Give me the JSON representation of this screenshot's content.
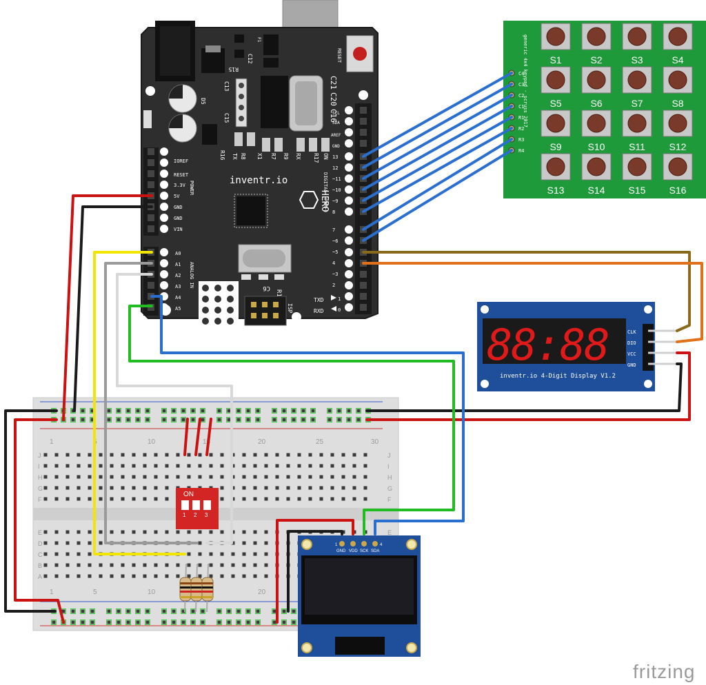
{
  "board": {
    "brand": "inventr.io",
    "model": "HERO",
    "reset": "RESET",
    "power_header": "POWER",
    "analog_header": "ANALOG IN",
    "digital_header": "DIGITAL (PWM~)",
    "isp": "ISP",
    "tx": "TXD",
    "rx": "RXD",
    "power_pins": [
      "IOREF",
      "RESET",
      "3.3V",
      "5V",
      "GND",
      "GND",
      "VIN"
    ],
    "analog_pins": [
      "A0",
      "A1",
      "A2",
      "A3",
      "A4",
      "A5"
    ],
    "digital_pins": [
      "13",
      "12",
      "~11",
      "~10",
      "~9",
      "8",
      "7",
      "~6",
      "~5",
      "4",
      "~3",
      "2",
      "1",
      "0"
    ],
    "top_pins": [
      "SCL",
      "SDA",
      "AREF",
      "GND"
    ],
    "components": [
      "C21",
      "C20",
      "C16",
      "C13",
      "C15",
      "C12",
      "R15",
      "R16",
      "R8",
      "R7",
      "R9",
      "R17",
      "X1",
      "RX",
      "TX",
      "ON",
      "D5",
      "C6",
      "R13",
      "F1"
    ]
  },
  "keypad": {
    "title": "generic 4x4 keypad - scruss 2017",
    "keys": [
      "S1",
      "S2",
      "S3",
      "S4",
      "S5",
      "S6",
      "S7",
      "S8",
      "S9",
      "S10",
      "S11",
      "S12",
      "S13",
      "S14",
      "S15",
      "S16"
    ],
    "pins": [
      "C4",
      "C3",
      "C2",
      "C1",
      "R1",
      "R2",
      "R3",
      "R4"
    ]
  },
  "display": {
    "caption": "inventr.io 4-Digit Display V1.2",
    "digits": "88:88",
    "pins": [
      "CLK",
      "DIO",
      "VCC",
      "GND"
    ]
  },
  "oled": {
    "pins": [
      "GND",
      "VDD",
      "SCK",
      "SDA"
    ],
    "pin_numbers": [
      "1",
      "4"
    ]
  },
  "breadboard": {
    "column_numbers": [
      "1",
      "5",
      "10",
      "15",
      "20",
      "25",
      "30"
    ],
    "row_letters_top": [
      "J",
      "I",
      "H",
      "G",
      "F"
    ],
    "row_letters_bottom": [
      "E",
      "D",
      "C",
      "B",
      "A"
    ]
  },
  "dip_switch": {
    "label": "ON",
    "numbers": [
      "1",
      "2",
      "3"
    ]
  },
  "watermark": "fritzing",
  "colors": {
    "red": "#cc1111",
    "black": "#1a1a1a",
    "yellow": "#f2e600",
    "gray": "#9a9a9a",
    "white": "#d8d8d8",
    "green": "#22bb22",
    "blue": "#2a6fd0",
    "brown": "#8a6a1a",
    "orange": "#e0701a",
    "board": "#2e2e2e",
    "pcb_green": "#1f9a3a",
    "display_blue": "#1f4e9a"
  }
}
